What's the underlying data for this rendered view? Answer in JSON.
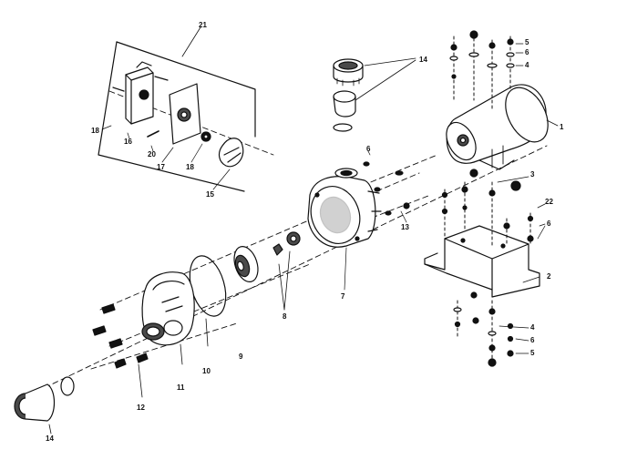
{
  "diagram": {
    "colors": {
      "ink": "#111111",
      "paper": "#ffffff",
      "shade": "#4a4a4a"
    },
    "callouts": {
      "c21": "21",
      "c14_top": "14",
      "c5_top": "5",
      "c6_top": "6",
      "c4_top": "4",
      "c1": "1",
      "c18_left": "18",
      "c16": "16",
      "c20": "20",
      "c17": "17",
      "c18_mid": "18",
      "c15": "15",
      "c6_mid": "6",
      "c3": "3",
      "c22": "22",
      "c6_right": "6",
      "c13_mid": "13",
      "c7": "7",
      "c2": "2",
      "c8": "8",
      "c9": "9",
      "c10": "10",
      "c11": "11",
      "c12": "12",
      "c4_bottom": "4",
      "c6_bottom": "6",
      "c5_bottom": "5",
      "c14_bottom": "14"
    }
  }
}
